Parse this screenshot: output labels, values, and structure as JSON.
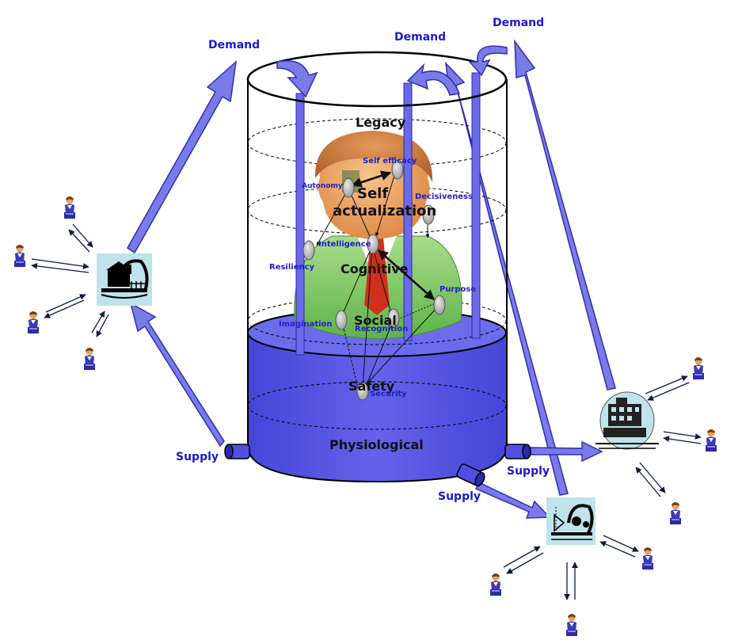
{
  "labels": {
    "demand_left": "Demand",
    "demand_center": "Demand",
    "demand_right": "Demand",
    "supply_left": "Supply",
    "supply_right": "Supply",
    "supply_bottom": "Supply"
  },
  "levels": {
    "legacy": "Legacy",
    "self_line1": "Self",
    "self_line2": "actualization",
    "cognitive": "Cognitive",
    "social": "Social",
    "safety": "Safety",
    "physiological": "Physiological"
  },
  "nodes": {
    "autonomy": "Autonomy",
    "self_efficacy": "Self efficacy",
    "decisiveness": "Decisiveness",
    "intelligence": "Intelligence",
    "resiliency": "Resiliency",
    "purpose": "Purpose",
    "imagination": "Imagination",
    "recognition": "Recognition",
    "security": "Security"
  },
  "colors": {
    "water": "#5050e0",
    "arrow_fill": "#7a7ae8",
    "arrow_stroke": "#3030b0",
    "label_blue": "#1a1ad0",
    "hub_bg": "#bfe3ea"
  },
  "icons": [
    "farm-hub-icon",
    "factory-hub-icon",
    "industry-hub-icon",
    "person-figure-icon",
    "human-avatar-icon"
  ]
}
